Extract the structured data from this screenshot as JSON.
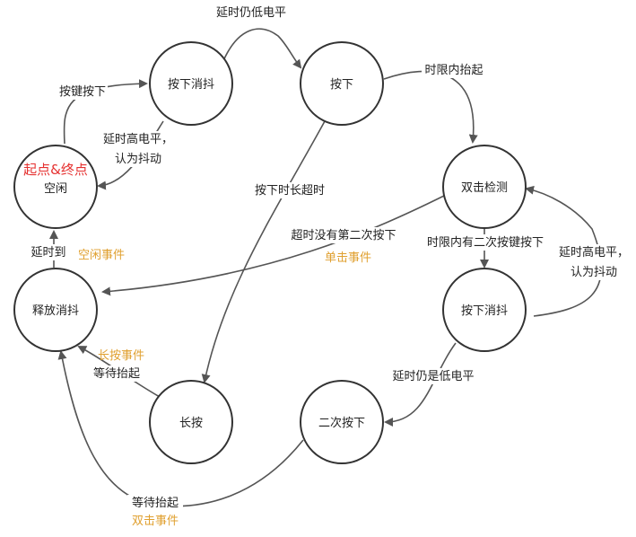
{
  "colors": {
    "event": "#e0a030",
    "start": "#e5302f",
    "stroke": "#333333"
  },
  "nodes": {
    "idle_start": "起点&终点",
    "idle": "空闲",
    "press_debounce": "按下消抖",
    "pressed": "按下",
    "double_check": "双击检测",
    "press_debounce2": "按下消抖",
    "double_press": "二次按下",
    "long_press": "长按",
    "release_debounce": "释放消抖"
  },
  "edges": {
    "idle_to_debounce": "按键按下",
    "debounce_to_pressed": "延时仍低电平",
    "debounce_to_idle": [
      "延时高电平，",
      "认为抖动"
    ],
    "pressed_to_check": "时限内抬起",
    "pressed_to_long": "按下时长超时",
    "check_timeout": "超时没有第二次按下",
    "check_single_event": "单击事件",
    "check_to_debounce2": "时限内有二次按键按下",
    "debounce2_to_check": [
      "延时高电平，",
      "认为抖动"
    ],
    "debounce2_to_double": "延时仍是低电平",
    "long_wait": "等待抬起",
    "long_event": "长按事件",
    "double_wait": "等待抬起",
    "double_event": "双击事件",
    "release_to_idle": "延时到",
    "idle_event": "空闲事件"
  }
}
